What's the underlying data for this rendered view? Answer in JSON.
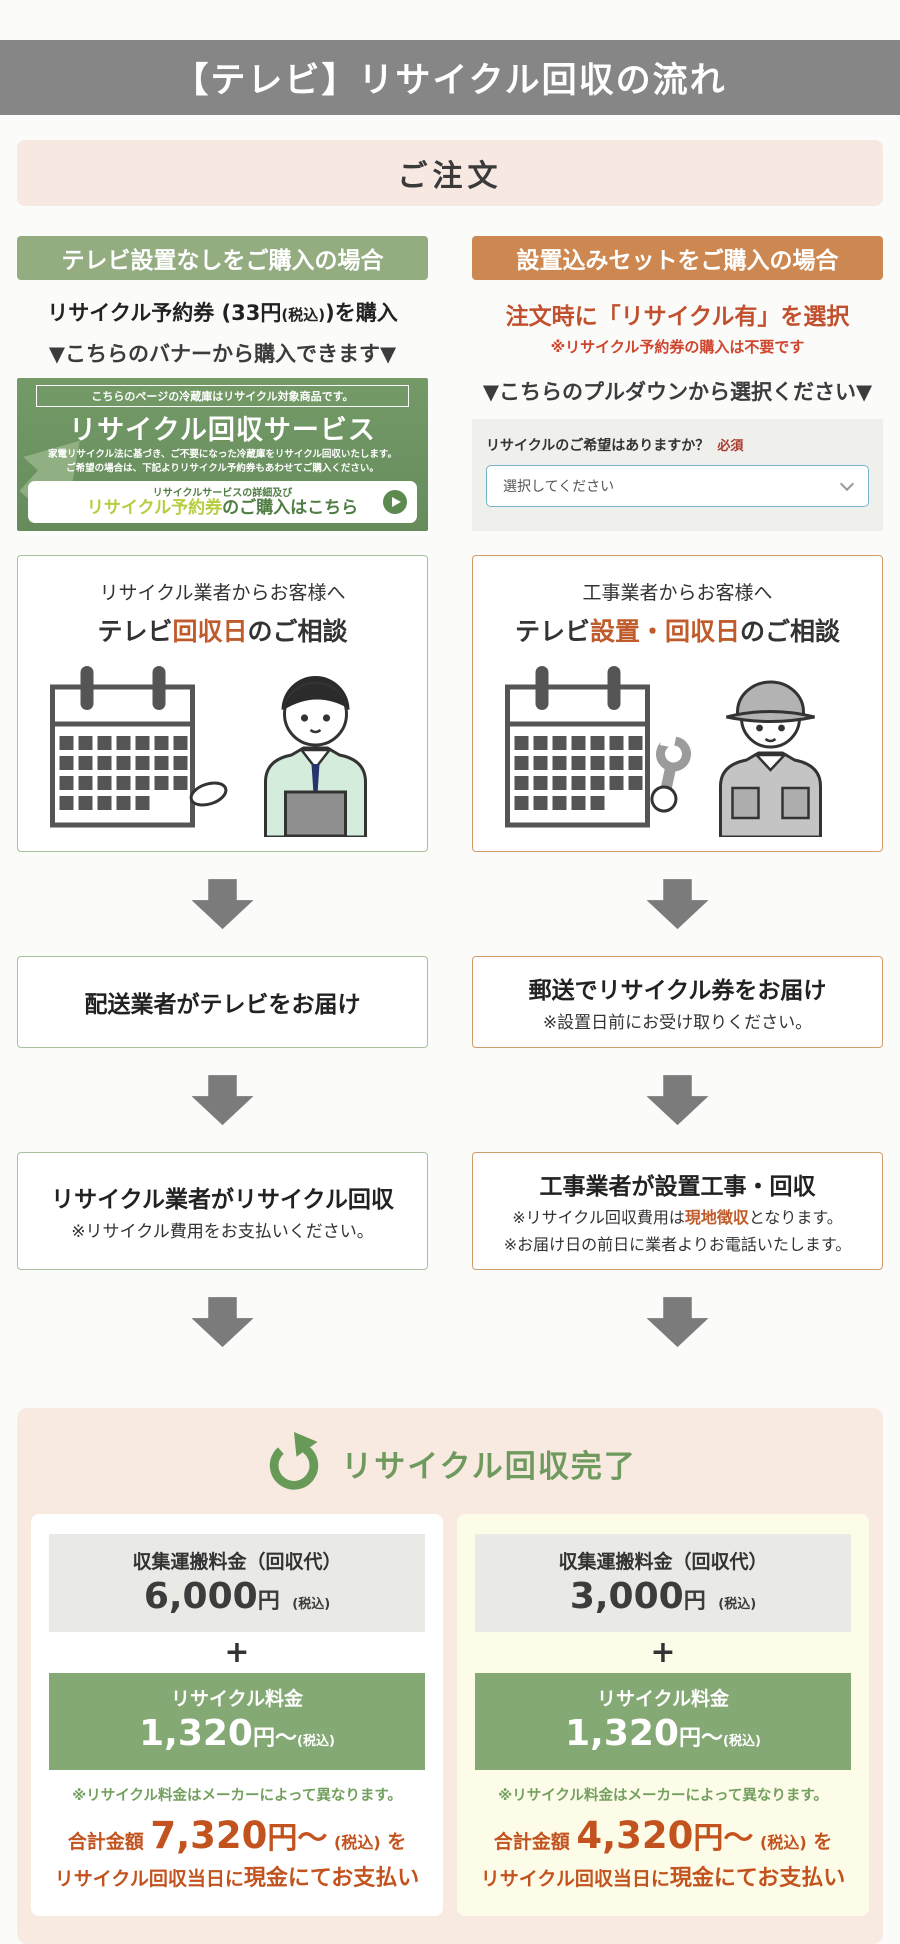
{
  "page": {
    "title": "【テレビ】リサイクル回収の流れ",
    "order_label": "ご注文"
  },
  "colors": {
    "title_bar_bg": "#868686",
    "left_header_bg": "#93ac80",
    "right_header_bg": "#cd8851",
    "banner_green": "#6e9361",
    "accent_orange": "#c05b2b",
    "note_red": "#d0442c",
    "required_red": "#a93c30",
    "green_text": "#6f9a5e",
    "price_box_green": "#85a974",
    "arrow_gray": "#7b7b7b",
    "peach_bg": "#f8e9e1",
    "yellow_card_bg": "#fdfce9",
    "select_border": "#76b3c8"
  },
  "icons": {
    "play": "play-icon",
    "chevron_down": "chevron-down-icon",
    "recycle": "recycle-icon",
    "flow_arrow": "down-arrow-icon"
  },
  "left": {
    "header": "テレビ設置なしをご購入の場合",
    "buy_line": {
      "pre": "リサイクル予約券 (33円",
      "tax": "(税込)",
      "post": ")を購入"
    },
    "banner_hint": "▼こちらのバナーから購入できます▼",
    "banner": {
      "top_note": "こちらのページの冷蔵庫はリサイクル対象商品です。",
      "title": "リサイクル回収サービス",
      "desc1": "家電リサイクル法に基づき、ご不要になった冷蔵庫をリサイクル回収いたします。",
      "desc2": "ご希望の場合は、下記よりリサイクル予約券もあわせてご購入ください。",
      "cta_small": "リサイクルサービスの詳細及び",
      "cta_highlight": "リサイクル予約券",
      "cta_rest": "のご購入はこちら"
    },
    "consult": {
      "line1": "リサイクル業者からお客様へ",
      "line2_pre": "テレビ",
      "line2_em": "回収日",
      "line2_post": "のご相談"
    },
    "deliver": {
      "title": "配送業者がテレビをお届け"
    },
    "collect": {
      "title": "リサイクル業者がリサイクル回収",
      "note": "※リサイクル費用をお支払いください。"
    },
    "result": {
      "fee1_label": "収集運搬料金（回収代）",
      "fee1_amount": "6,000",
      "fee1_unit": "円",
      "fee1_tax": "(税込)",
      "plus": "+",
      "fee2_label": "リサイクル料金",
      "fee2_amount": "1,320",
      "fee2_unit": "円〜",
      "fee2_tax": "(税込)",
      "note": "※リサイクル料金はメーカーによって異なります。",
      "total_prefix": "合計金額",
      "total_amount": "7,320",
      "total_unit": "円〜",
      "total_tax": "(税込)",
      "total_suffix": "を",
      "total_line2_pre": "リサイクル回収当日に",
      "total_line2_em": "現金にてお支払い"
    }
  },
  "right": {
    "header": "設置込みセットをご購入の場合",
    "choose_line": "注文時に「リサイクル有」を選択",
    "choose_note": "※リサイクル予約券の購入は不要です",
    "pulldown_hint": "▼こちらのプルダウンから選択ください▼",
    "form": {
      "label": "リサイクルのご希望はありますか？",
      "required": "必須",
      "placeholder": "選択してください"
    },
    "consult": {
      "line1": "工事業者からお客様へ",
      "line2_pre": "テレビ",
      "line2_em": "設置・回収日",
      "line2_post": "のご相談"
    },
    "deliver": {
      "title": "郵送でリサイクル券をお届け",
      "note": "※設置日前にお受け取りください。"
    },
    "install": {
      "title": "工事業者が設置工事・回収",
      "note1_pre": "※リサイクル回収費用は",
      "note1_em": "現地徴収",
      "note1_post": "となります。",
      "note2": "※お届け日の前日に業者よりお電話いたします。"
    },
    "result": {
      "fee1_label": "収集運搬料金（回収代）",
      "fee1_amount": "3,000",
      "fee1_unit": "円",
      "fee1_tax": "(税込)",
      "plus": "+",
      "fee2_label": "リサイクル料金",
      "fee2_amount": "1,320",
      "fee2_unit": "円〜",
      "fee2_tax": "(税込)",
      "note": "※リサイクル料金はメーカーによって異なります。",
      "total_prefix": "合計金額",
      "total_amount": "4,320",
      "total_unit": "円〜",
      "total_tax": "(税込)",
      "total_suffix": "を",
      "total_line2_pre": "リサイクル回収当日に",
      "total_line2_em": "現金にてお支払い"
    }
  },
  "completion": {
    "title": "リサイクル回収完了"
  }
}
